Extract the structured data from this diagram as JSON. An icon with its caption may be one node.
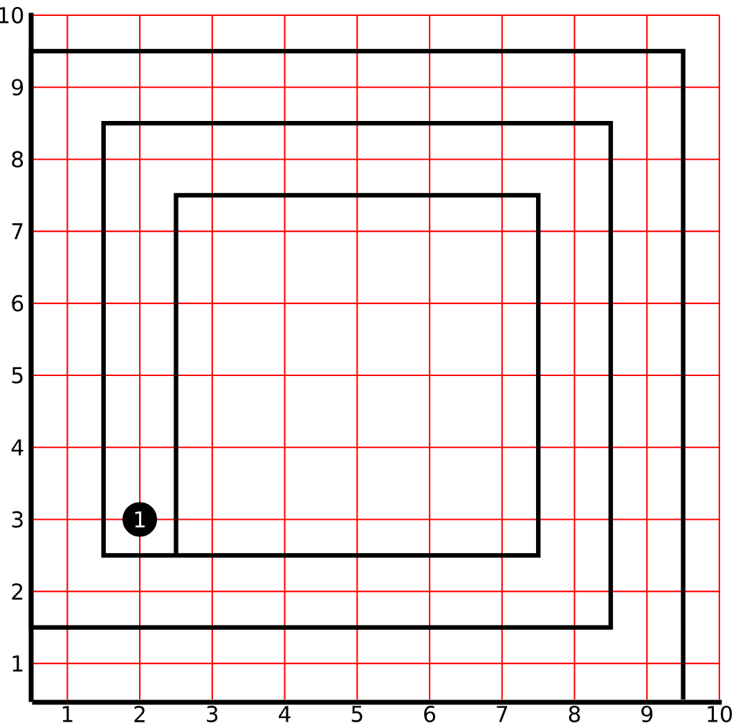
{
  "diagram": {
    "chart_data": {
      "type": "line",
      "x": [
        2.5,
        2.5,
        7.5,
        7.5,
        1.5,
        1.5,
        8.5,
        8.5,
        0.5,
        0.5,
        9.5,
        9.5
      ],
      "series": [
        {
          "color": "#000000",
          "values": [
            2.5,
            7.5,
            7.5,
            2.5,
            2.5,
            8.5,
            8.5,
            1.5,
            1.5,
            9.5,
            9.5,
            0.5
          ]
        }
      ],
      "xlim": [
        0.5,
        10
      ],
      "ylim": [
        0.5,
        10
      ],
      "xticks": [
        1,
        2,
        3,
        4,
        5,
        6,
        7,
        8,
        9,
        10
      ],
      "yticks": [
        1,
        2,
        3,
        4,
        5,
        6,
        7,
        8,
        9,
        10
      ],
      "grid": true,
      "annotations": [
        "1"
      ]
    }
  }
}
